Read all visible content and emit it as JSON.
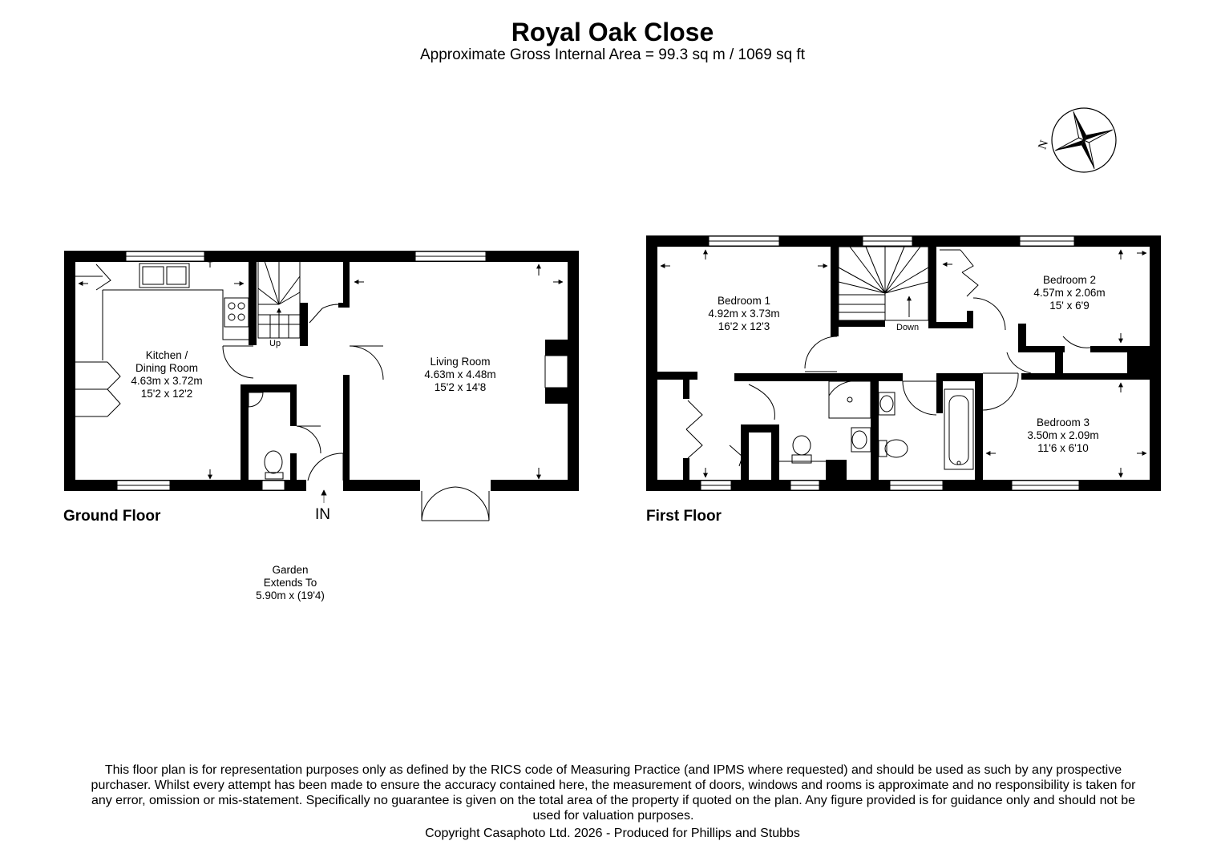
{
  "header": {
    "title": "Royal Oak Close",
    "subtitle": "Approximate Gross Internal Area = 99.3 sq m / 1069 sq ft"
  },
  "compass": {
    "label": "N"
  },
  "ground_floor": {
    "label": "Ground Floor",
    "entrance_label": "IN",
    "rooms": [
      {
        "name": "Kitchen /",
        "name2": "Dining Room",
        "metric": "4.63m x 3.72m",
        "imperial": "15'2 x 12'2"
      },
      {
        "name": "Living Room",
        "metric": "4.63m x 4.48m",
        "imperial": "15'2 x 14'8"
      }
    ],
    "stairs_label": "Up",
    "garden": {
      "line1": "Garden",
      "line2": "Extends To",
      "line3": "5.90m x (19'4)"
    }
  },
  "first_floor": {
    "label": "First Floor",
    "stairs_label": "Down",
    "rooms": [
      {
        "name": "Bedroom 1",
        "metric": "4.92m x 3.73m",
        "imperial": "16'2 x 12'3"
      },
      {
        "name": "Bedroom 2",
        "metric": "4.57m x 2.06m",
        "imperial": "15' x 6'9"
      },
      {
        "name": "Bedroom 3",
        "metric": "3.50m x 2.09m",
        "imperial": "11'6 x 6'10"
      }
    ]
  },
  "footer": {
    "disclaimer": "This floor plan is for representation purposes only as defined by the RICS code of Measuring Practice (and IPMS where requested) and should be used as such by any prospective purchaser. Whilst every attempt has been made to ensure the accuracy contained here, the measurement of doors, windows and rooms is approximate and no responsibility is taken for any error, omission or mis-statement. Specifically no guarantee is given on the total area of the property if quoted on the plan. Any figure provided is for guidance only and should not be used for valuation purposes.",
    "copyright": "Copyright Casaphoto Ltd. 2026 - Produced for Phillips and Stubbs"
  }
}
